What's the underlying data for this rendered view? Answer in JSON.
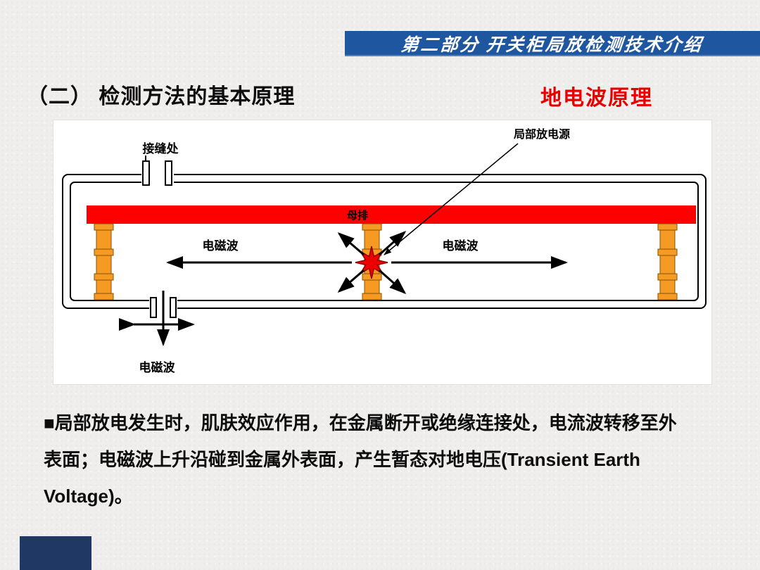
{
  "banner": {
    "title": "第二部分 开关柜局放检测技术介绍"
  },
  "heading": {
    "left": "（二） 检测方法的基本原理",
    "right": "地电波原理"
  },
  "diagram": {
    "seam_label": "接缝处",
    "pd_source_label": "局部放电源",
    "busbar_label": "母排",
    "em_left_label": "电磁波",
    "em_right_label": "电磁波",
    "em_bottom_label": "电磁波"
  },
  "body": {
    "lines": [
      "■局部放电发生时，肌肤效应作用，在金属断开或绝缘连接处，电流波转移至外",
      "表面；电磁波上升沿碰到金属外表面，产生暂态对地电压(Transient  Earth",
      "Voltage)。"
    ]
  },
  "colors": {
    "banner_blue": "#1e56a0",
    "accent_red": "#e60000",
    "busbar_red": "#fe0000",
    "insulator_orange": "#f59a23",
    "corner_navy": "#203864"
  }
}
